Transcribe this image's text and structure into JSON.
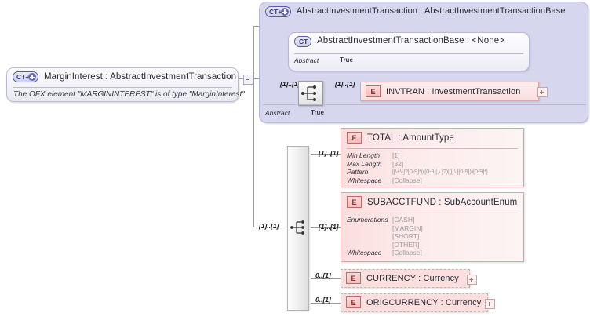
{
  "diagram": {
    "kind": "xsd-schema-element-diagram",
    "root": {
      "badge": "CT+",
      "badge_icon": "complex-type-expand-icon",
      "title": "MarginInterest : AbstractInvestmentTransaction",
      "name": "MarginInterest",
      "type": "AbstractInvestmentTransaction",
      "annotation": "The OFX element \"MARGININTEREST\" is of type \"MarginInterest\"",
      "collapse_toggle": "-"
    },
    "base_group": {
      "badge": "CT+",
      "badge_icon": "complex-type-expand-icon",
      "title": "AbstractInvestmentTransaction : AbstractInvestmentTransactionBase",
      "name": "AbstractInvestmentTransaction",
      "type": "AbstractInvestmentTransactionBase",
      "footer_key": "Abstract",
      "footer_value": "True",
      "inner": {
        "badge": "CT",
        "badge_icon": "complex-type-icon",
        "title": "AbstractInvestmentTransactionBase : <None>",
        "name": "AbstractInvestmentTransactionBase",
        "type": "<None>",
        "props": [
          {
            "key": "Abstract",
            "value": "True"
          }
        ]
      },
      "sequence_icon": "sequence-compositor-icon",
      "sequence_cardinality_in": "[1]..[1]",
      "children": [
        {
          "badge": "E",
          "badge_icon": "element-icon",
          "name": "INVTRAN",
          "type": "InvestmentTransaction",
          "title": "INVTRAN : InvestmentTransaction",
          "cardinality": "[1]..[1]",
          "expand": "+",
          "optional": false
        }
      ]
    },
    "sequence": {
      "icon": "sequence-compositor-icon",
      "cardinality_in": "[1]..[1]",
      "children": [
        {
          "badge": "E",
          "badge_icon": "element-icon",
          "name": "TOTAL",
          "type": "AmountType",
          "title": "TOTAL     : AmountType",
          "cardinality": "[1]..[1]",
          "optional": false,
          "expand": null,
          "props": [
            {
              "key": "Min Length",
              "value": "[1]"
            },
            {
              "key": "Max Length",
              "value": "[32]"
            },
            {
              "key": "Pattern",
              "value": "[[\\+\\-]?[0-9]*(([0-9][,\\.]?)|([,\\.][0-9]))[0-9]*]"
            },
            {
              "key": "Whitespace",
              "value": "[Collapse]"
            }
          ]
        },
        {
          "badge": "E",
          "badge_icon": "element-icon",
          "name": "SUBACCTFUND",
          "type": "SubAccountEnum",
          "title": "SUBACCTFUND : SubAccountEnum",
          "cardinality": "[1]..[1]",
          "optional": false,
          "expand": null,
          "props": [
            {
              "key": "Enumerations",
              "value": "[CASH]"
            },
            {
              "key": "",
              "value": "[MARGIN]"
            },
            {
              "key": "",
              "value": "[SHORT]"
            },
            {
              "key": "",
              "value": "[OTHER]"
            },
            {
              "key": "Whitespace",
              "value": "[Collapse]"
            }
          ]
        },
        {
          "badge": "E",
          "badge_icon": "element-icon",
          "name": "CURRENCY",
          "type": "Currency",
          "title": "CURRENCY : Currency",
          "cardinality": "0..[1]",
          "optional": true,
          "expand": "+",
          "props": []
        },
        {
          "badge": "E",
          "badge_icon": "element-icon",
          "name": "ORIGCURRENCY",
          "type": "Currency",
          "title": "ORIGCURRENCY : Currency",
          "cardinality": "0..[1]",
          "optional": true,
          "expand": "+",
          "props": []
        }
      ]
    },
    "colors": {
      "group_fill": "#d6d6ef",
      "element_fill": "#fbdede",
      "element_border": "#d9a8a8",
      "line": "#9a9a9a",
      "badge_ct": "#5a5aa8",
      "badge_e": "#c06a6a"
    }
  }
}
